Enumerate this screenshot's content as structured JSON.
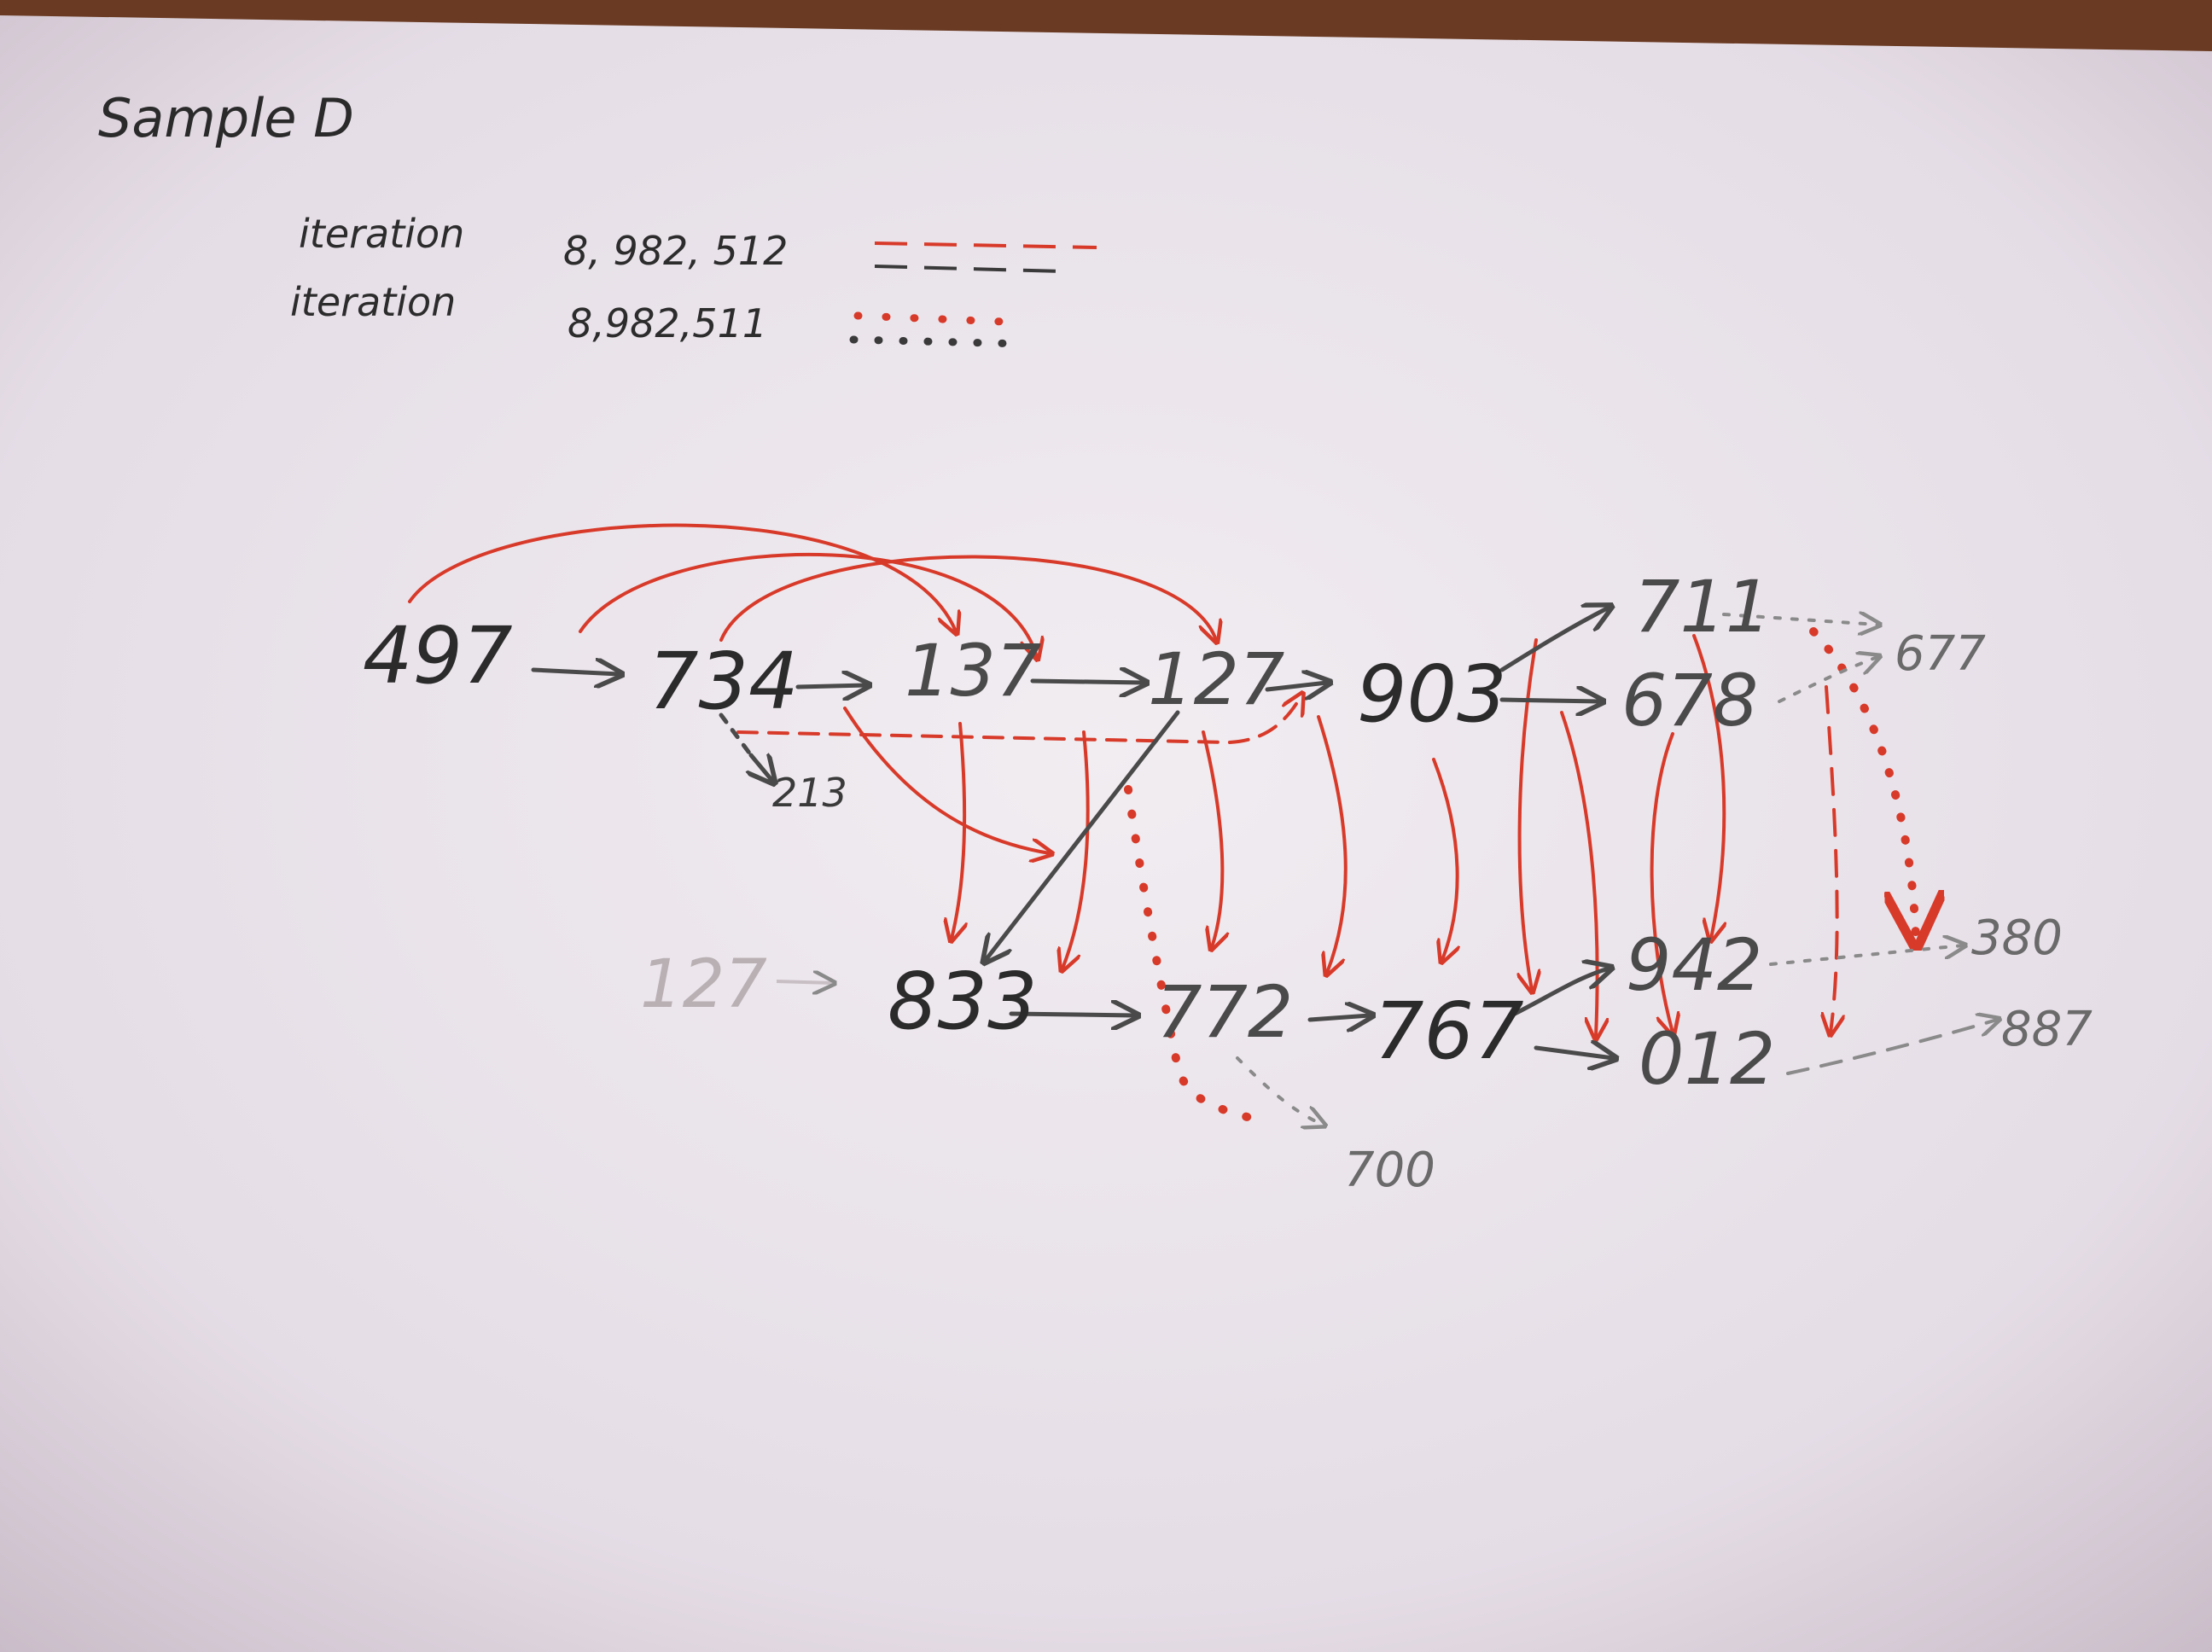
{
  "title": "Sample D",
  "legend": [
    {
      "label": "iteration",
      "value": "8, 982, 512",
      "style": "dashed"
    },
    {
      "label": "iteration",
      "value": "8,982,511",
      "style": "dotted"
    }
  ],
  "nodes": {
    "n497": "497",
    "n734": "734",
    "n137": "137",
    "n127": "127",
    "n903": "903",
    "n711": "711",
    "n677": "677",
    "n678": "678",
    "n213": "213",
    "n127faint": "127",
    "n833": "833",
    "n772": "772",
    "n767": "767",
    "n942": "942",
    "n380": "380",
    "n012": "012",
    "n887": "887",
    "n700": "700"
  },
  "colors": {
    "paper": "#e9e3ea",
    "ink_red": "#d83a2a",
    "ink_grey": "#4a4a4a",
    "table": "#6a3a22"
  }
}
